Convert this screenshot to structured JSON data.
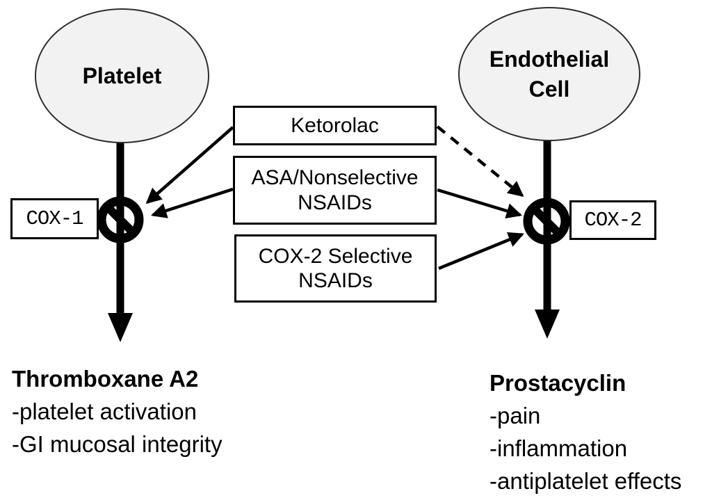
{
  "diagram": {
    "cells": {
      "platelet": {
        "label": "Platelet"
      },
      "endothelial": {
        "line1": "Endothelial",
        "line2": "Cell"
      }
    },
    "enzymes": {
      "cox1": {
        "label": "COX-1"
      },
      "cox2": {
        "label": "COX-2"
      }
    },
    "drugs": {
      "ketorolac": {
        "label": "Ketorolac"
      },
      "asa_nonselective": {
        "line1": "ASA/Nonselective",
        "line2": "NSAIDs"
      },
      "cox2_selective": {
        "line1": "COX-2 Selective",
        "line2": "NSAIDs"
      }
    },
    "products": {
      "thromboxane": {
        "title": "Thromboxane A2",
        "effects": [
          "-platelet activation",
          "-GI mucosal integrity"
        ]
      },
      "prostacyclin": {
        "title": "Prostacyclin",
        "effects": [
          "-pain",
          "-inflammation",
          "-antiplatelet effects"
        ]
      }
    },
    "colors": {
      "ink": "#000000",
      "cell_fill": "#f2f2f2",
      "box_fill": "#ffffff"
    }
  }
}
